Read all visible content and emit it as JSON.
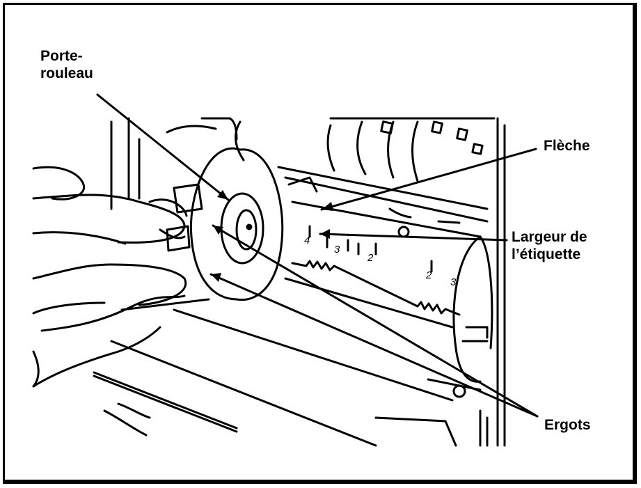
{
  "labels": {
    "porte_rouleau": [
      "Porte-",
      "rouleau"
    ],
    "fleche": "Flèche",
    "largeur": [
      "Largeur de",
      "l’étiquette"
    ],
    "ergots": "Ergots"
  },
  "scale_marks": [
    "4",
    "3",
    "2",
    "2",
    "3"
  ]
}
